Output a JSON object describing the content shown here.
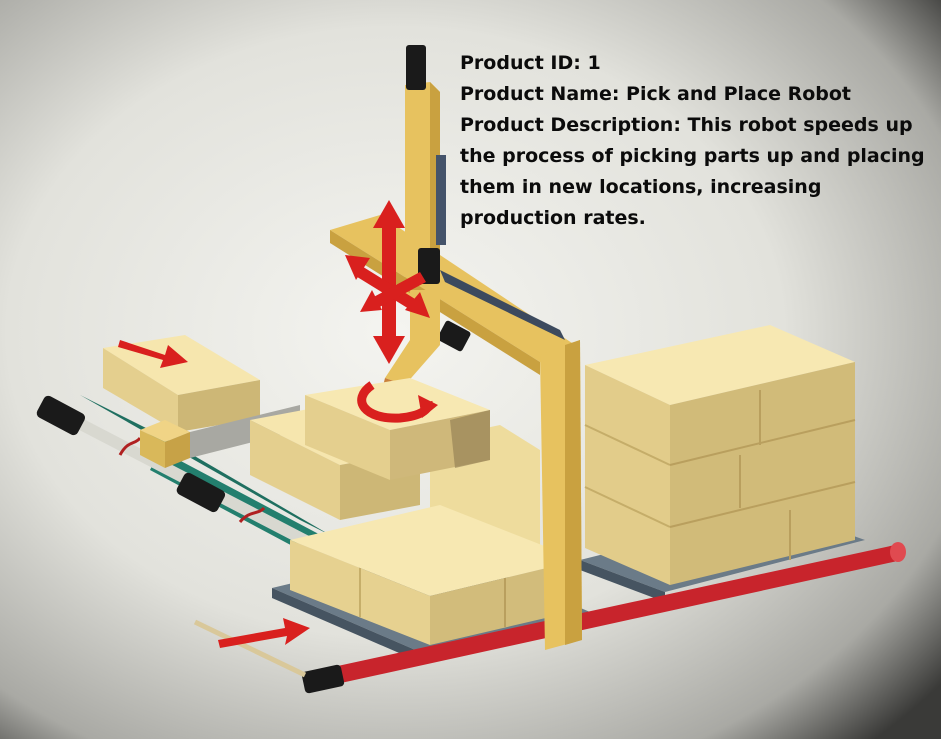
{
  "product": {
    "id_line": "Product ID: 1",
    "name_line": "Product Name: Pick and Place Robot",
    "description_line": "Product Description: This robot speeds up the process of picking parts up and placing them in new locations, increasing production rates."
  },
  "colors": {
    "box": "#f3e2a8",
    "box_side": "#dcc783",
    "gantry": "#e7c25f",
    "arrow": "#d9201e",
    "conveyor": "#237f6e",
    "rail": "#c8242c",
    "motor": "#1a1a1a",
    "pallet": "#5a6a78"
  }
}
